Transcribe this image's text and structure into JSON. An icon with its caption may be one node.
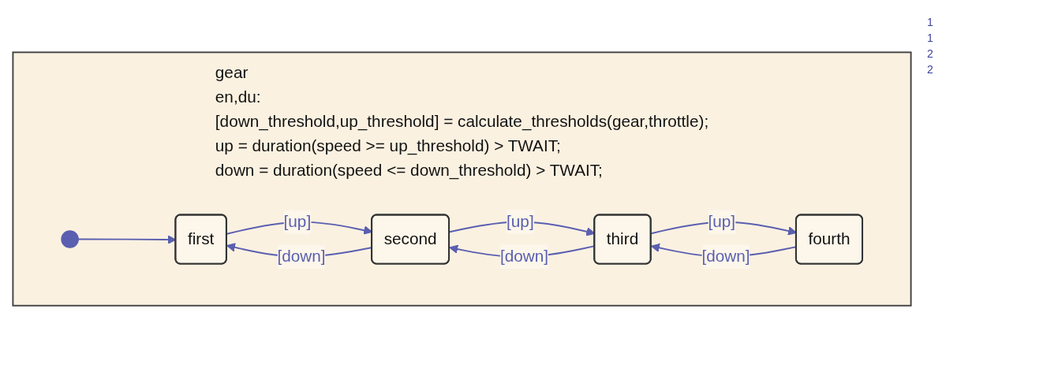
{
  "diagram": {
    "nodes": [
      {
        "text": [
          "gear",
          "en,du:",
          "[down_threshold,up_threshold] = calculate_thresholds(gear,throttle);",
          "up = duration(speed >= up_threshold) > TWAIT;",
          "down = duration(speed <= down_threshold) > TWAIT;"
        ]
      },
      {
        "text": [],
        "shape": "circle",
        "in": 0
      },
      {
        "text": [
          "first"
        ],
        "in": 0
      },
      {
        "text": [
          "second"
        ],
        "in": 0
      },
      {
        "text": [
          "third"
        ],
        "in": 0
      },
      {
        "text": [
          "fourth"
        ],
        "in": 0
      }
    ],
    "edges": [
      {
        "from": 1,
        "to": 2,
        "arrow": "to"
      },
      {
        "from": 2,
        "to": 3,
        "label": "[up]",
        "arrow": "to"
      },
      {
        "from": 3,
        "to": 4,
        "label": "[up]",
        "arrow": "to"
      },
      {
        "from": 4,
        "to": 5,
        "label": "[up]",
        "arrow": "to"
      },
      {
        "from": 3,
        "to": 2,
        "label": "[down]",
        "arrow": "to"
      },
      {
        "from": 4,
        "to": 3,
        "label": "[down]",
        "arrow": "to"
      },
      {
        "from": 5,
        "to": 4,
        "label": "[down]",
        "arrow": "to"
      }
    ],
    "labels": [
      "1",
      "1",
      "2",
      "2"
    ]
  }
}
